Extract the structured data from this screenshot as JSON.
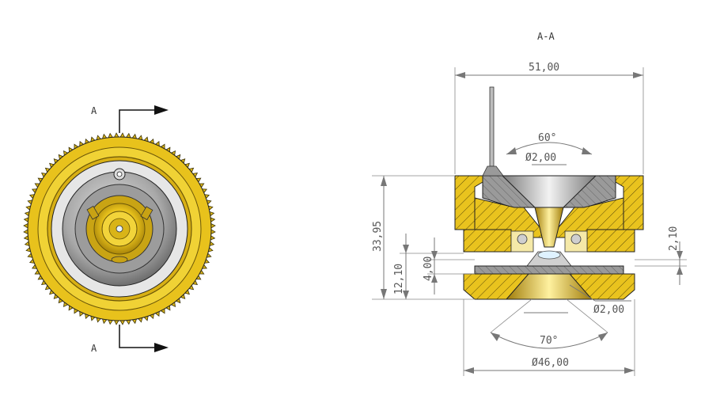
{
  "section_view": {
    "title": "A-A"
  },
  "section_marks": {
    "top": "A",
    "bottom": "A"
  },
  "dimensions": {
    "overall_width": "51,00",
    "top_angle": "60°",
    "top_bore": "Ø2,00",
    "overall_height": "33,95",
    "lower_height": "12,10",
    "gap": "4,00",
    "right_height": "2,10",
    "bottom_bore": "Ø2,00",
    "bottom_angle": "70°",
    "base_diameter": "Ø46,00"
  },
  "colors": {
    "brass": "#e8c21c",
    "brass_dark": "#b8920c",
    "steel": "#a6a6a6",
    "steel_dark": "#6c6c6c",
    "line": "#222222"
  }
}
